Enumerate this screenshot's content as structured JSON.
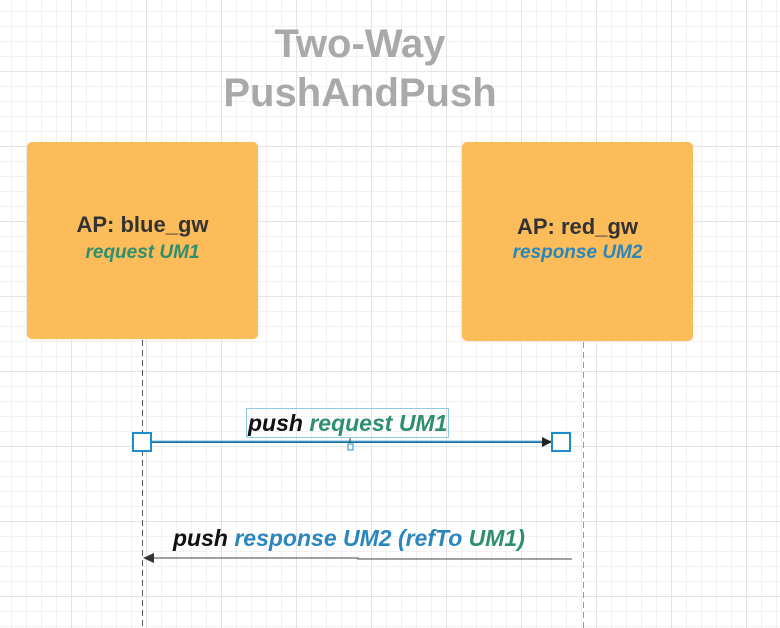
{
  "title": {
    "line1": "Two-Way",
    "line2": "PushAndPush"
  },
  "actors": {
    "blue": {
      "name": "AP: blue_gw",
      "role": "request UM1"
    },
    "red": {
      "name": "AP: red_gw",
      "role": "response UM2"
    }
  },
  "messages": {
    "request": {
      "verb": "push",
      "text": "request UM1"
    },
    "response": {
      "verb": "push",
      "text_blue": "response UM2 (refTo",
      "text_green": "UM1)"
    }
  },
  "colors": {
    "box": "#fdbc5a",
    "title": "#a9a9a9",
    "green": "#2e8f6f",
    "blue": "#2a86bd",
    "selection": "#1a8fc9"
  }
}
